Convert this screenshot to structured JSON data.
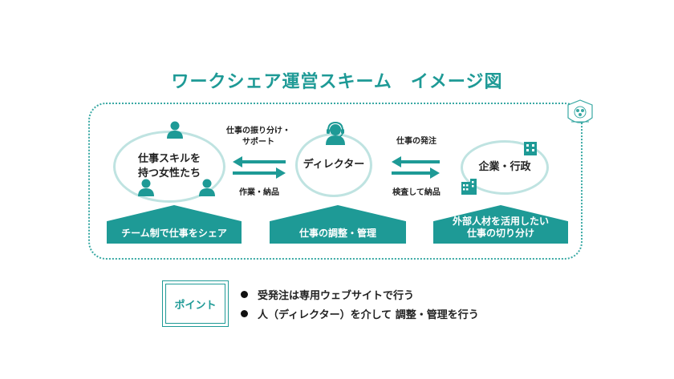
{
  "title": "ワークシェア運営スキーム　イメージ図",
  "nodes": {
    "women": "仕事スキルを\n持つ女性たち",
    "director": "ディレクター",
    "company": "企業・行政"
  },
  "arrows": {
    "left_top": "仕事の振り分け・\nサポート",
    "left_bottom": "作業・納品",
    "right_top": "仕事の発注",
    "right_bottom": "検査して納品"
  },
  "bases": {
    "left": "チーム制で仕事をシェア",
    "center": "仕事の調整・管理",
    "right": "外部人材を活用したい\n仕事の切り分け"
  },
  "point": {
    "label": "ポイント",
    "items": [
      "受発注は専用ウェブサイトで行う",
      "人（ディレクター）を介して 調整・管理を行う"
    ]
  },
  "colors": {
    "accent": "#1e9a96",
    "circle_stroke": "#bfe3e1"
  }
}
